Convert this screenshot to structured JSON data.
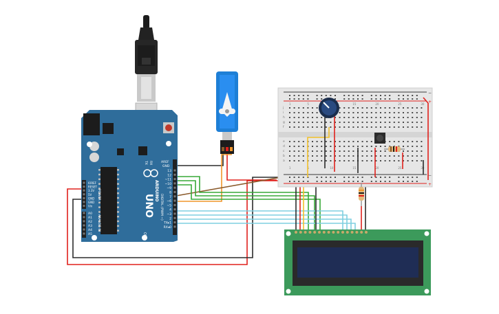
{
  "arduino": {
    "brand": "ARDUINO",
    "model": "UNO",
    "on_label": "ON",
    "tx_label": "TX",
    "rx_label": "RX",
    "l_label": "L",
    "aref_label": "AREF",
    "gnd_label": "GND",
    "digital_label": "DIGITAL (PWM ~)",
    "power_label": "POWER",
    "analog_label": "ANALOG IN",
    "digital_pins": [
      "13",
      "12",
      "~11",
      "~10",
      "~9",
      "8",
      "7",
      "~6",
      "~5",
      "4",
      "~3",
      "2",
      "TX▸1",
      "RX◂0"
    ],
    "power_pins": [
      "IOREF",
      "RESET",
      "3.3V",
      "5V",
      "GND",
      "GND",
      "Vin"
    ],
    "analog_pins": [
      "A0",
      "A1",
      "A2",
      "A3",
      "A4",
      "A5"
    ]
  },
  "breadboard": {
    "row_labels_top": [
      "j",
      "i",
      "h",
      "g",
      "f"
    ],
    "row_labels_bottom": [
      "e",
      "d",
      "c",
      "b",
      "a"
    ],
    "column_numbers_top": [
      "1",
      "5",
      "10",
      "15",
      "20",
      "25",
      "30"
    ],
    "plus_label": "+",
    "minus_label": "−"
  },
  "colors": {
    "board_blue": "#2f6d9b",
    "wire_red": "#e0201c",
    "wire_black": "#2b2b2b",
    "wire_green": "#37a837",
    "wire_orange": "#f0962a",
    "wire_lightblue": "#7fcfe0",
    "wire_yellow": "#f2c12a",
    "wire_brown": "#8a5a2b",
    "lcd_green": "#3c9a5b",
    "lcd_screen": "#1f2d55",
    "servo_blue": "#1e7fd6"
  }
}
